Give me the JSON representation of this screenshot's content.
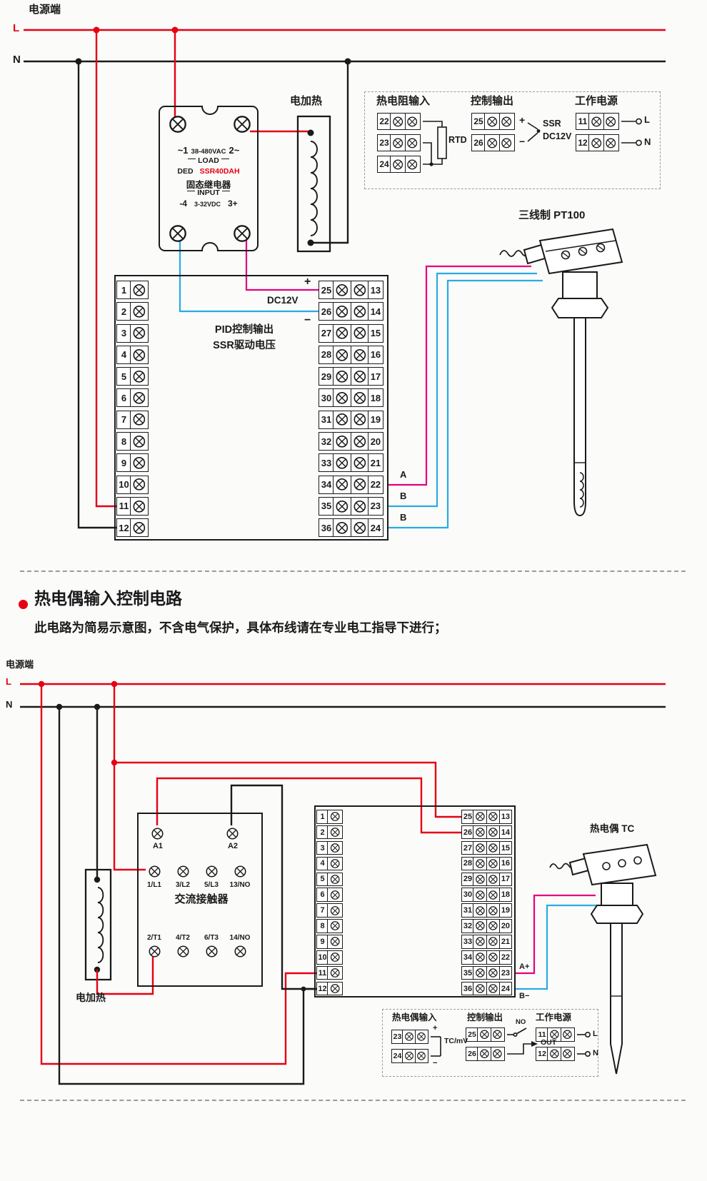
{
  "colors": {
    "accent_red": "#e60012",
    "line_black": "#1a1a1a",
    "wire_magenta": "#e5007f",
    "wire_cyan": "#29abe2",
    "dash_gray": "#9a9a9a",
    "page_bg": "#fbfbfa"
  },
  "top_diagram": {
    "power_terminal_label": "电源端",
    "line_l_label": "L",
    "line_n_label": "N",
    "heater_label": "电加热",
    "ssr": {
      "pin_top_left": "~1",
      "voltage": "38-480VAC",
      "pin_top_right": "2~",
      "load_label": "LOAD",
      "brand": "DED",
      "model": "SSR40DAH",
      "name": "固态继电器",
      "input_label": "INPUT",
      "pin_bot_left": "-4",
      "control_voltage": "3-32VDC",
      "pin_bot_right": "3+"
    },
    "infobox": {
      "rtd": {
        "title": "热电阻输入",
        "terminals": [
          "22",
          "23",
          "24"
        ],
        "sensor_label": "RTD"
      },
      "ctrl": {
        "title": "控制输出",
        "terminals": [
          "25",
          "26"
        ],
        "plus": "+",
        "minus": "−",
        "line1": "SSR",
        "line2": "DC12V"
      },
      "power": {
        "title": "工作电源",
        "terminals": [
          "11",
          "12"
        ],
        "l": "L",
        "n": "N"
      }
    },
    "block": {
      "left_terminals": [
        "1",
        "2",
        "3",
        "4",
        "5",
        "6",
        "7",
        "8",
        "9",
        "10",
        "11",
        "12"
      ],
      "mid_terminals": [
        "25",
        "26",
        "27",
        "28",
        "29",
        "30",
        "31",
        "32",
        "33",
        "34",
        "35",
        "36"
      ],
      "right_terminals": [
        "13",
        "14",
        "15",
        "16",
        "17",
        "18",
        "19",
        "20",
        "21",
        "22",
        "23",
        "24"
      ],
      "plus": "+",
      "dc12v": "DC12V",
      "minus": "−",
      "pid_line1": "PID控制输出",
      "pid_line2": "SSR驱动电压"
    },
    "wire_labels": {
      "a": "A",
      "b1": "B",
      "b2": "B"
    },
    "sensor_title": "三线制 PT100"
  },
  "section_heading": {
    "title": "热电偶输入控制电路",
    "subtitle": "此电路为简易示意图，不含电气保护，具体布线请在专业电工指导下进行；"
  },
  "bottom_diagram": {
    "power_terminal_label": "电源端",
    "line_l_label": "L",
    "line_n_label": "N",
    "heater_label": "电加热",
    "contactor": {
      "a1": "A1",
      "a2": "A2",
      "name": "交流接触器",
      "top_terminals": [
        "1/L1",
        "3/L2",
        "5/L3",
        "13/NO"
      ],
      "bottom_terminals": [
        "2/T1",
        "4/T2",
        "6/T3",
        "14/NO"
      ]
    },
    "block": {
      "left_terminals": [
        "1",
        "2",
        "3",
        "4",
        "5",
        "6",
        "7",
        "8",
        "9",
        "10",
        "11",
        "12"
      ],
      "mid_terminals": [
        "25",
        "26",
        "27",
        "28",
        "29",
        "30",
        "31",
        "32",
        "33",
        "34",
        "35",
        "36"
      ],
      "right_terminals": [
        "13",
        "14",
        "15",
        "16",
        "17",
        "18",
        "19",
        "20",
        "21",
        "22",
        "23",
        "24"
      ]
    },
    "wire_labels": {
      "a_plus": "A+",
      "b_minus": "B−"
    },
    "sensor_title": "热电偶 TC",
    "infobox": {
      "tc": {
        "title": "热电偶输入",
        "terminals": [
          "23",
          "24"
        ],
        "plus": "+",
        "minus": "−",
        "sensor_label": "TC/mV"
      },
      "ctrl": {
        "title": "控制输出",
        "terminals": [
          "25",
          "26"
        ],
        "no": "NO",
        "out": "OUT"
      },
      "power": {
        "title": "工作电源",
        "terminals": [
          "11",
          "12"
        ],
        "l": "L",
        "n": "N"
      }
    }
  }
}
